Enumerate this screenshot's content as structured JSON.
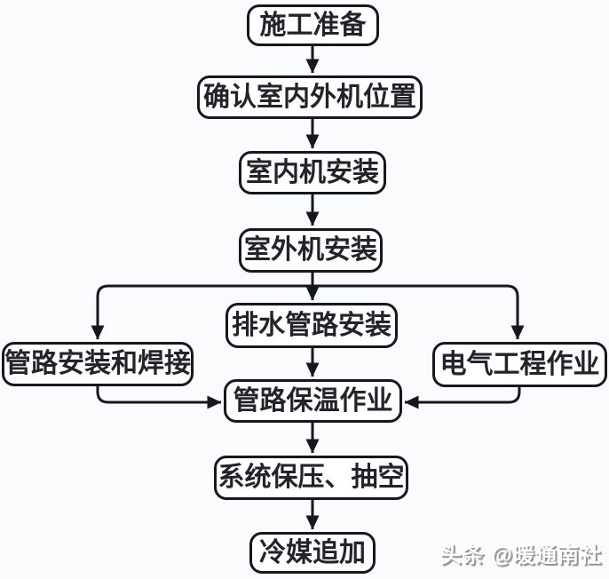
{
  "flowchart": {
    "nodes": [
      {
        "id": "prep",
        "label": "施工准备"
      },
      {
        "id": "confirm-position",
        "label": "确认室内外机位置"
      },
      {
        "id": "indoor-install",
        "label": "室内机安装"
      },
      {
        "id": "outdoor-install",
        "label": "室外机安装"
      },
      {
        "id": "drain-pipe",
        "label": "排水管路安装"
      },
      {
        "id": "pipe-weld",
        "label": "管路安装和焊接"
      },
      {
        "id": "electrical",
        "label": "电气工程作业"
      },
      {
        "id": "insulation",
        "label": "管路保温作业"
      },
      {
        "id": "pressure-vacuum",
        "label": "系统保压、抽空"
      },
      {
        "id": "refrigerant",
        "label": "冷媒追加"
      }
    ],
    "edges": [
      {
        "from": "prep",
        "to": "confirm-position"
      },
      {
        "from": "confirm-position",
        "to": "indoor-install"
      },
      {
        "from": "indoor-install",
        "to": "outdoor-install"
      },
      {
        "from": "outdoor-install",
        "to": "drain-pipe"
      },
      {
        "from": "outdoor-install",
        "to": "pipe-weld"
      },
      {
        "from": "outdoor-install",
        "to": "electrical"
      },
      {
        "from": "drain-pipe",
        "to": "insulation"
      },
      {
        "from": "pipe-weld",
        "to": "insulation"
      },
      {
        "from": "electrical",
        "to": "insulation"
      },
      {
        "from": "insulation",
        "to": "pressure-vacuum"
      },
      {
        "from": "pressure-vacuum",
        "to": "refrigerant"
      }
    ],
    "colors": {
      "node_border": "#17171f",
      "node_fill": "#ffffff",
      "text": "#23232c",
      "connector": "#17171f",
      "background": "#fafbfd"
    }
  },
  "watermark": {
    "text": "头条 @暖通南社",
    "text_color": "#ffffff",
    "shadow_color": "#8f8f94"
  }
}
